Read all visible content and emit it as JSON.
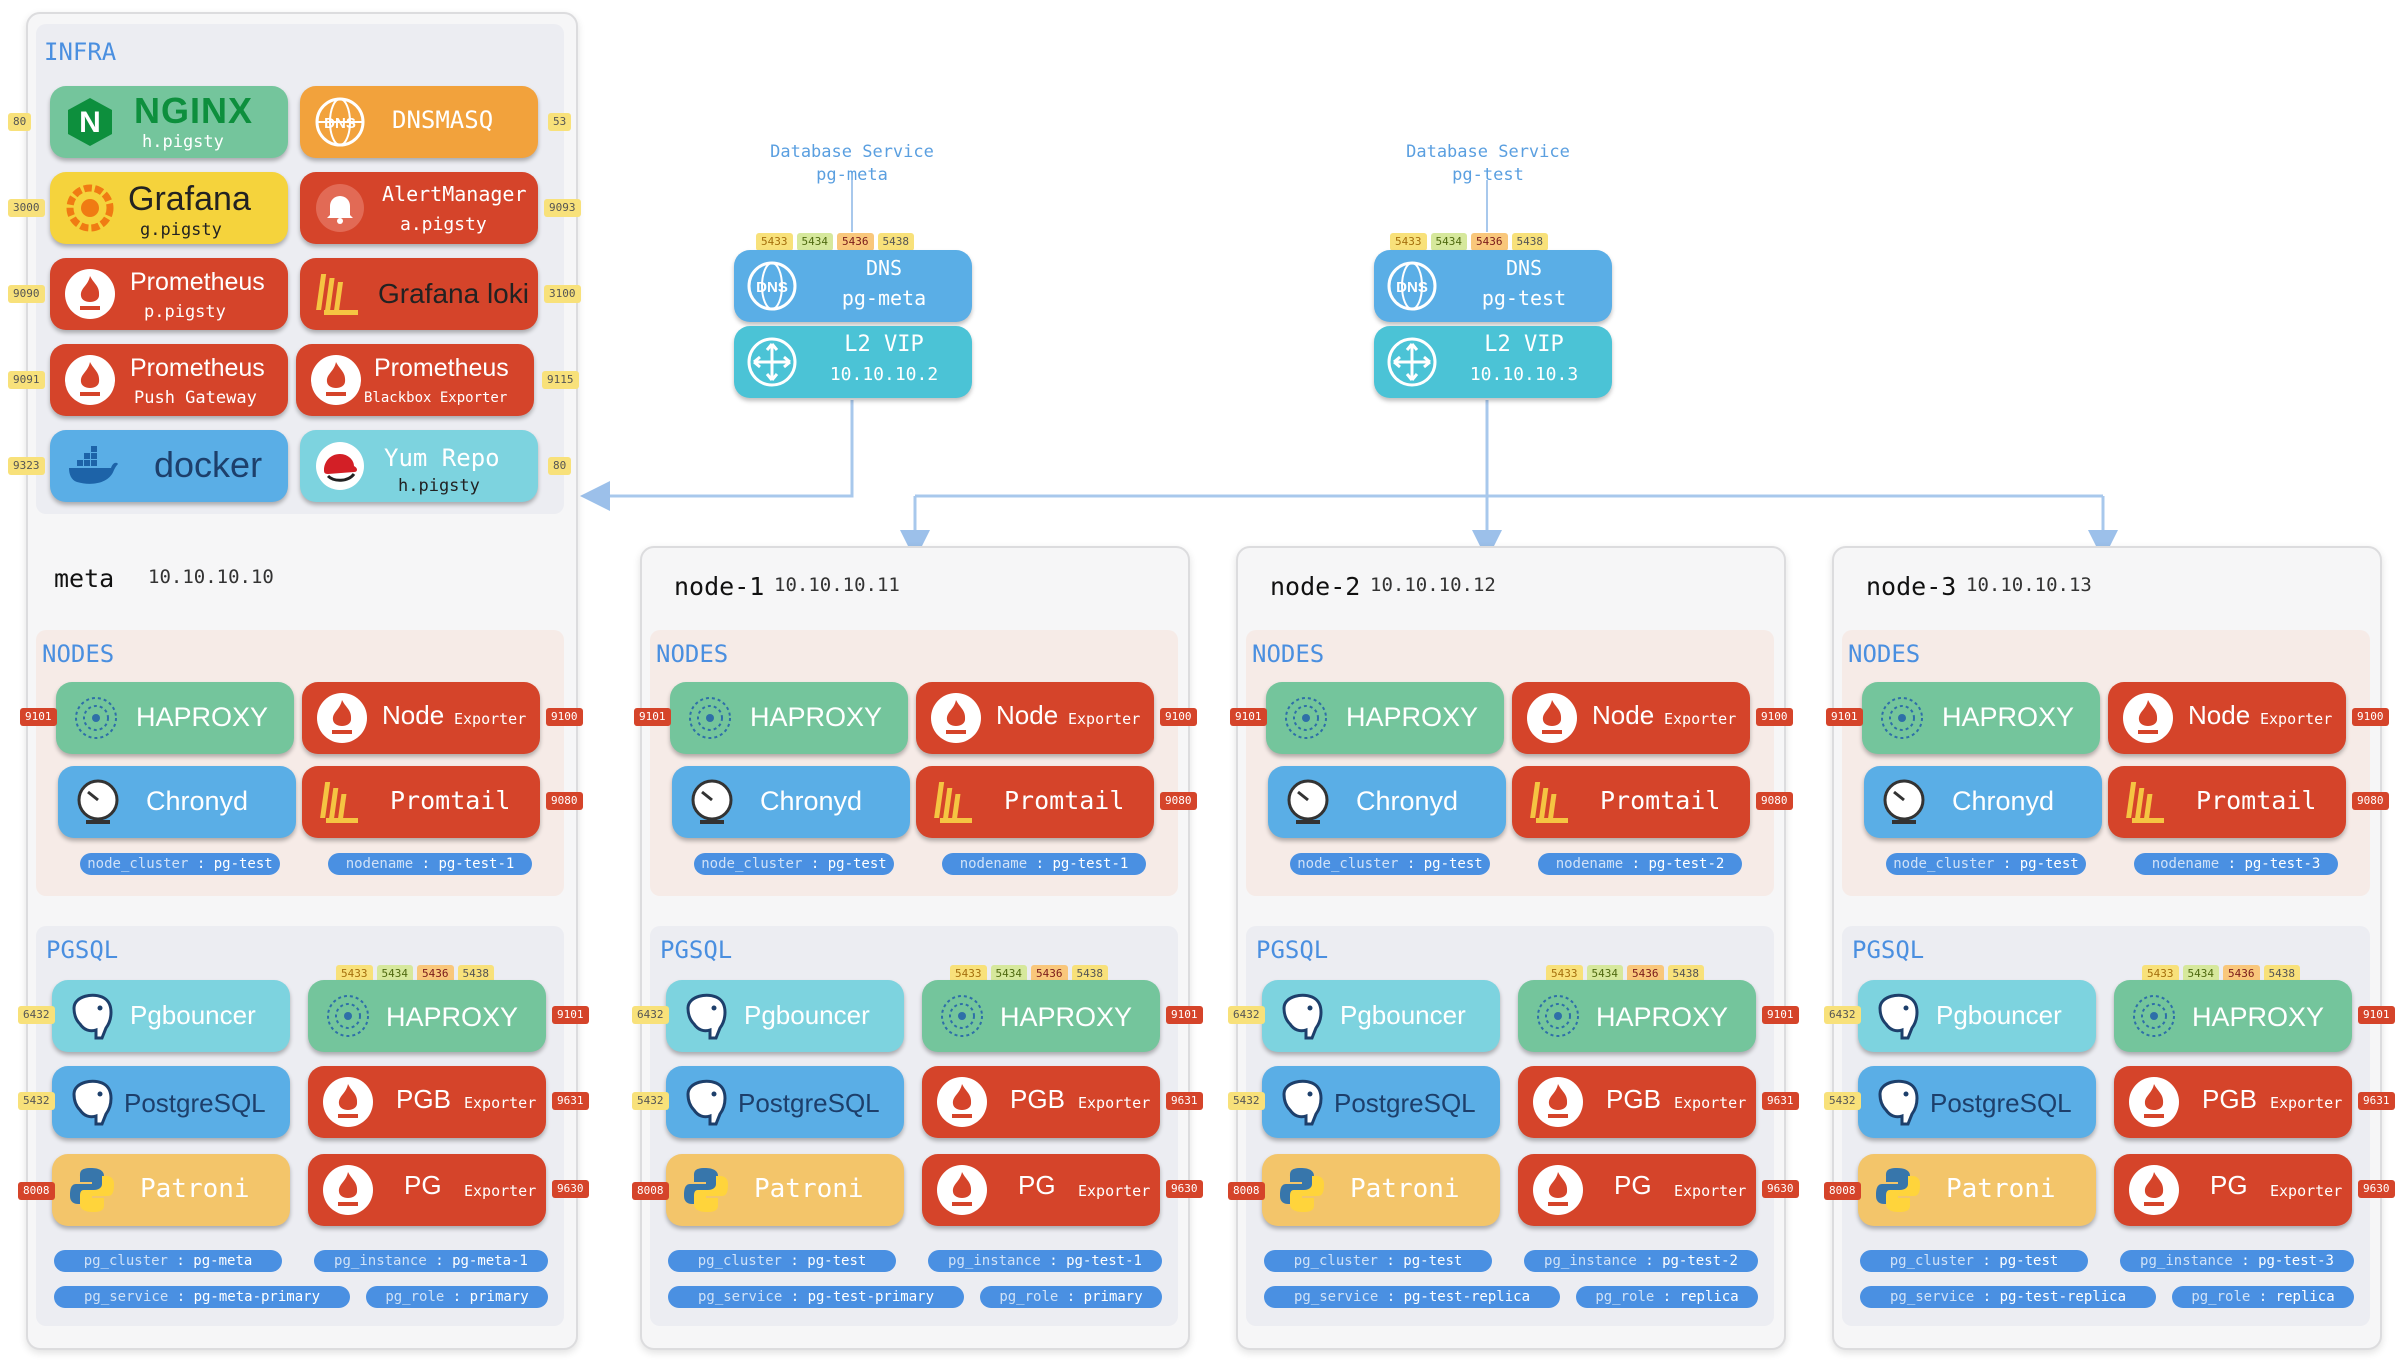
{
  "infra": {
    "title": "INFRA",
    "host": "meta",
    "ip": "10.10.10.10",
    "components": [
      {
        "name": "NGINX",
        "sub": "h.pigsty",
        "port": "80"
      },
      {
        "name": "DNSMASQ",
        "sub": "",
        "port": "53"
      },
      {
        "name": "Grafana",
        "sub": "g.pigsty",
        "port": "3000"
      },
      {
        "name": "AlertManager",
        "sub": "a.pigsty",
        "port": "9093"
      },
      {
        "name": "Prometheus",
        "sub": "p.pigsty",
        "port": "9090"
      },
      {
        "name": "Grafana loki",
        "sub": "",
        "port": "3100"
      },
      {
        "name": "Prometheus",
        "sub": "Push Gateway",
        "port": "9091"
      },
      {
        "name": "Prometheus",
        "sub": "Blackbox Exporter",
        "port": "9115"
      },
      {
        "name": "docker",
        "sub": "",
        "port": "9323"
      },
      {
        "name": "Yum Repo",
        "sub": "h.pigsty",
        "port": "80"
      }
    ]
  },
  "services": [
    {
      "label1": "Database Service",
      "label2": "pg-meta",
      "ports": [
        "5433",
        "5434",
        "5436",
        "5438"
      ],
      "dns_title": "DNS",
      "dns_name": "pg-meta",
      "vip_title": "L2 VIP",
      "vip_ip": "10.10.10.2"
    },
    {
      "label1": "Database Service",
      "label2": "pg-test",
      "ports": [
        "5433",
        "5434",
        "5436",
        "5438"
      ],
      "dns_title": "DNS",
      "dns_name": "pg-test",
      "vip_title": "L2 VIP",
      "vip_ip": "10.10.10.3"
    }
  ],
  "common": {
    "nodes_title": "NODES",
    "pgsql_title": "PGSQL",
    "haproxy": "HAPROXY",
    "node": "Node",
    "exporter": "Exporter",
    "chronyd": "Chronyd",
    "promtail": "Promtail",
    "pgbouncer": "Pgbouncer",
    "postgresql": "PostgreSQL",
    "patroni": "Patroni",
    "pgb": "PGB",
    "pg": "PG",
    "port_haproxy": "9101",
    "port_node": "9100",
    "port_promtail": "9080",
    "port_pgbouncer": "6432",
    "port_postgres": "5432",
    "port_patroni": "8008",
    "port_pgb": "9631",
    "port_pg": "9630",
    "svc_ports": [
      "5433",
      "5434",
      "5436",
      "5438"
    ],
    "k_node_cluster": "node_cluster",
    "k_nodename": "nodename",
    "k_pg_cluster": "pg_cluster",
    "k_pg_instance": "pg_instance",
    "k_pg_service": "pg_service",
    "k_pg_role": "pg_role",
    "sep": ":"
  },
  "hosts": [
    {
      "host": "meta",
      "ip": "10.10.10.10",
      "node_cluster": "pg-test",
      "nodename": "pg-test-1",
      "pg_cluster": "pg-meta",
      "pg_instance": "pg-meta-1",
      "pg_service": "pg-meta-primary",
      "pg_role": "primary"
    },
    {
      "host": "node-1",
      "ip": "10.10.10.11",
      "node_cluster": "pg-test",
      "nodename": "pg-test-1",
      "pg_cluster": "pg-test",
      "pg_instance": "pg-test-1",
      "pg_service": "pg-test-primary",
      "pg_role": "primary"
    },
    {
      "host": "node-2",
      "ip": "10.10.10.12",
      "node_cluster": "pg-test",
      "nodename": "pg-test-2",
      "pg_cluster": "pg-test",
      "pg_instance": "pg-test-2",
      "pg_service": "pg-test-replica",
      "pg_role": "replica"
    },
    {
      "host": "node-3",
      "ip": "10.10.10.13",
      "node_cluster": "pg-test",
      "nodename": "pg-test-3",
      "pg_cluster": "pg-test",
      "pg_instance": "pg-test-3",
      "pg_service": "pg-test-replica",
      "pg_role": "replica"
    }
  ],
  "colors": {
    "green": "#74c59c",
    "red": "#d5442a",
    "blue": "#5aaee6",
    "cyan": "#7dd3df",
    "orange": "#f2a23c",
    "yellow": "#f5d33c",
    "sand": "#f3c56a",
    "title_blue": "#4a8fe0",
    "nodes_bg": "#f6ebe7",
    "pgsql_bg": "#ecedf2",
    "line": "#a8c8ec"
  },
  "icons": [
    "nginx-icon",
    "dns-icon",
    "grafana-icon",
    "alertmanager-bell-icon",
    "prometheus-flame-icon",
    "loki-icon",
    "docker-whale-icon",
    "redhat-icon",
    "haproxy-icon",
    "chronyd-clock-icon",
    "promtail-icon",
    "postgres-elephant-icon",
    "python-icon",
    "router-icon"
  ]
}
